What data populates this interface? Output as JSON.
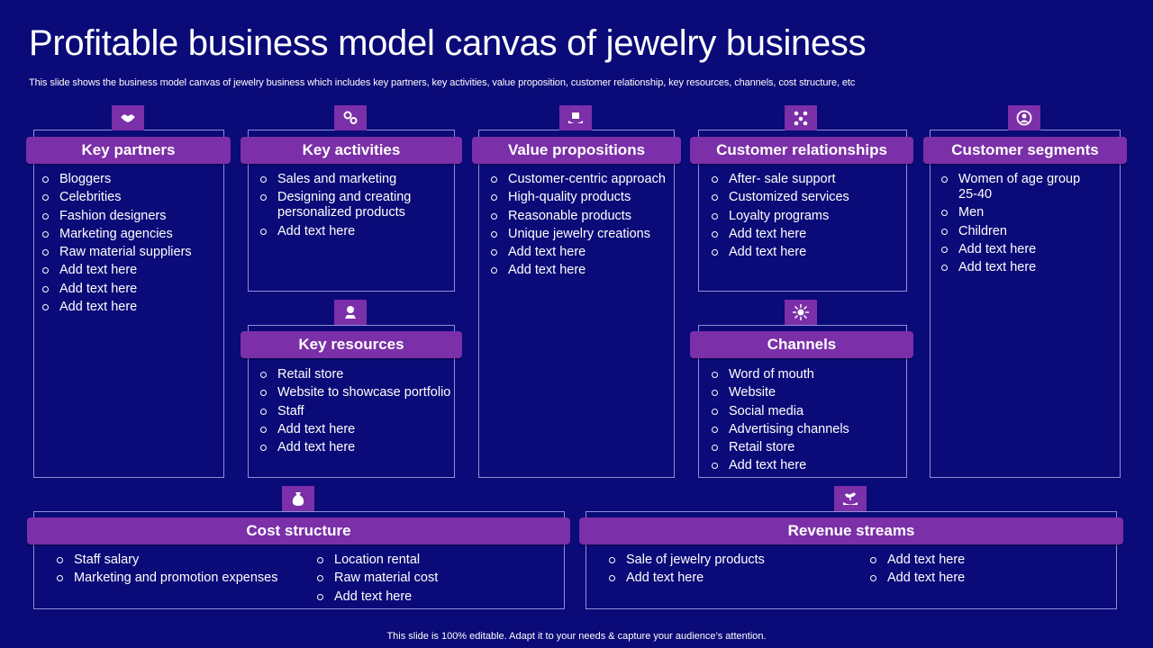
{
  "slide": {
    "title": "Profitable business model canvas of jewelry business",
    "subtitle": "This slide shows the business model canvas of jewelry business which includes key partners, key activities, value proposition, customer relationship, key resources, channels, cost structure, etc",
    "footer": "This slide is 100% editable. Adapt it to your needs & capture your audience’s attention."
  },
  "colors": {
    "background": "#0a0a78",
    "header": "#7b2fa8",
    "border": "#8f8fd8"
  },
  "blocks": {
    "key_partners": {
      "icon": "handshake-icon",
      "title": "Key partners",
      "items": [
        "Bloggers",
        "Celebrities",
        "Fashion designers",
        "Marketing agencies",
        "Raw material suppliers",
        "Add text here",
        "Add text here",
        "Add text here"
      ]
    },
    "key_activities": {
      "icon": "gears-icon",
      "title": "Key activities",
      "items": [
        "Sales and marketing",
        "Designing and creating personalized products",
        "Add text here"
      ]
    },
    "key_resources": {
      "icon": "money-hand-icon",
      "title": "Key resources",
      "items": [
        "Retail store",
        "Website to showcase portfolio",
        "Staff",
        "Add text here",
        "Add text here"
      ]
    },
    "value_propositions": {
      "icon": "gift-hand-icon",
      "title": "Value propositions",
      "items": [
        "Customer-centric approach",
        "High-quality products",
        "Reasonable products",
        "Unique jewelry creations",
        "Add text here",
        "Add text here"
      ]
    },
    "customer_relationships": {
      "icon": "people-network-icon",
      "title": "Customer relationships",
      "items": [
        "After- sale support",
        "Customized services",
        "Loyalty programs",
        "Add text here",
        "Add text here"
      ]
    },
    "channels": {
      "icon": "network-hub-icon",
      "title": "Channels",
      "items": [
        "Word of mouth",
        "Website",
        "Social media",
        "Advertising channels",
        "Retail store",
        "Add text here"
      ]
    },
    "customer_segments": {
      "icon": "customer-group-icon",
      "title": "Customer segments",
      "items": [
        "Women of age group 25-40",
        "Men",
        "Children",
        "Add text here",
        "Add text here"
      ]
    },
    "cost_structure": {
      "icon": "money-bag-icon",
      "title": "Cost structure",
      "items_left": [
        "Staff salary",
        "Marketing and promotion expenses"
      ],
      "items_right": [
        "Location rental",
        "Raw material cost",
        "Add text here"
      ]
    },
    "revenue_streams": {
      "icon": "plant-money-icon",
      "title": "Revenue streams",
      "items_left": [
        "Sale of jewelry products",
        "Add text here"
      ],
      "items_right": [
        "Add text here",
        "Add text here"
      ]
    }
  }
}
